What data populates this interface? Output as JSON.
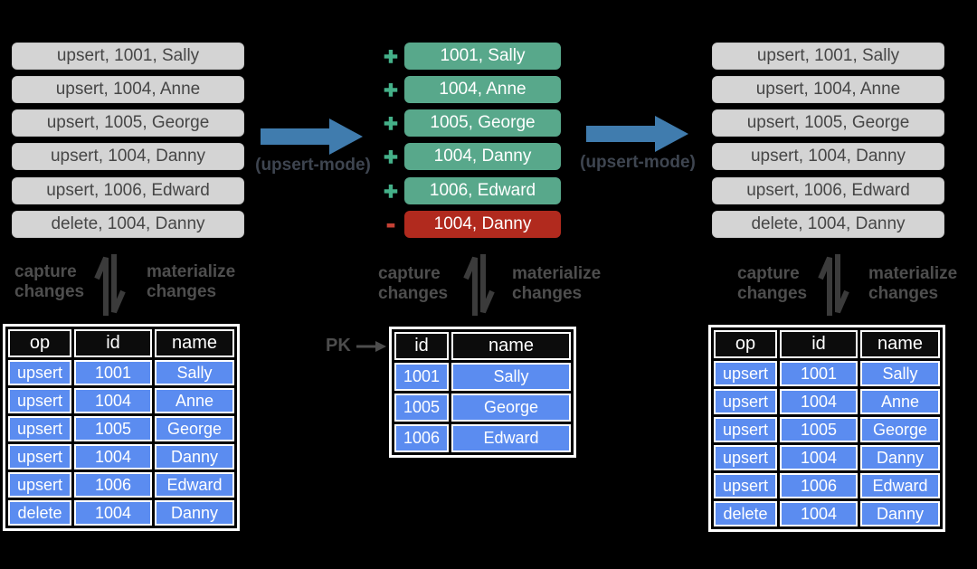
{
  "colors": {
    "background": "#000000",
    "event_box_bg": "#d4d4d4",
    "event_box_text": "#464646",
    "add_box_bg": "#58a88b",
    "remove_box_bg": "#b12a1e",
    "box_text_light": "#ffffff",
    "plus_sign": "#44b089",
    "minus_sign": "#c54135",
    "flow_arrow_blue": "#407cae",
    "arrow_label_text": "#3e4550",
    "sync_text": "#4e4e4e",
    "table_header_bg": "#0c0c0c",
    "table_cell_bg": "#5b8cf0",
    "table_border": "#ffffff"
  },
  "streams": {
    "left": [
      "upsert, 1001, Sally",
      "upsert, 1004, Anne",
      "upsert, 1005, George",
      "upsert, 1004, Danny",
      "upsert, 1006, Edward",
      "delete, 1004, Danny"
    ],
    "middle": [
      {
        "sign": "+",
        "label": "1001, Sally"
      },
      {
        "sign": "+",
        "label": "1004, Anne"
      },
      {
        "sign": "+",
        "label": "1005, George"
      },
      {
        "sign": "+",
        "label": "1004, Danny"
      },
      {
        "sign": "+",
        "label": "1006, Edward"
      },
      {
        "sign": "-",
        "label": "1004, Danny"
      }
    ],
    "right": [
      "upsert, 1001, Sally",
      "upsert, 1004, Anne",
      "upsert, 1005, George",
      "upsert, 1004, Danny",
      "upsert, 1006, Edward",
      "delete, 1004, Danny"
    ]
  },
  "flow": {
    "left_arrow_label": "(upsert-mode)",
    "right_arrow_label": "(upsert-mode)"
  },
  "sync": {
    "capture_line1": "capture",
    "capture_line2": "changes",
    "materialize_line1": "materialize",
    "materialize_line2": "changes"
  },
  "tables": {
    "left": {
      "headers": [
        "op",
        "id",
        "name"
      ],
      "rows": [
        [
          "upsert",
          "1001",
          "Sally"
        ],
        [
          "upsert",
          "1004",
          "Anne"
        ],
        [
          "upsert",
          "1005",
          "George"
        ],
        [
          "upsert",
          "1004",
          "Danny"
        ],
        [
          "upsert",
          "1006",
          "Edward"
        ],
        [
          "delete",
          "1004",
          "Danny"
        ]
      ]
    },
    "middle": {
      "pk_label": "PK",
      "headers": [
        "id",
        "name"
      ],
      "rows": [
        [
          "1001",
          "Sally"
        ],
        [
          "1005",
          "George"
        ],
        [
          "1006",
          "Edward"
        ]
      ]
    },
    "right": {
      "headers": [
        "op",
        "id",
        "name"
      ],
      "rows": [
        [
          "upsert",
          "1001",
          "Sally"
        ],
        [
          "upsert",
          "1004",
          "Anne"
        ],
        [
          "upsert",
          "1005",
          "George"
        ],
        [
          "upsert",
          "1004",
          "Danny"
        ],
        [
          "upsert",
          "1006",
          "Edward"
        ],
        [
          "delete",
          "1004",
          "Danny"
        ]
      ]
    }
  }
}
